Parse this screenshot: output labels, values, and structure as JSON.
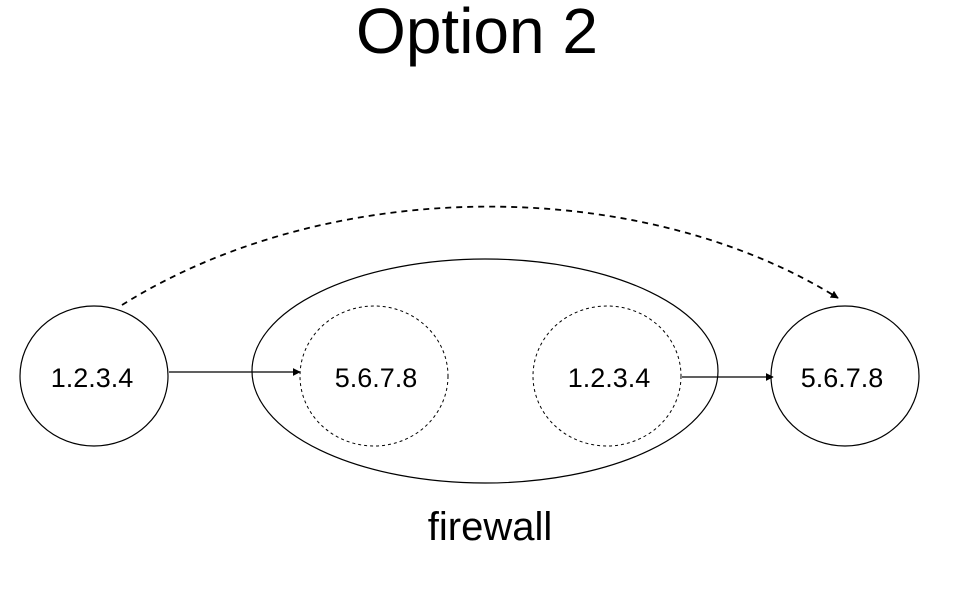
{
  "title": "Option 2",
  "firewall_label": "firewall",
  "nodes": {
    "left_source": {
      "address": "1.2.3.4"
    },
    "inner_destination": {
      "address": "5.6.7.8"
    },
    "inner_source": {
      "address": "1.2.3.4"
    },
    "right_destination": {
      "address": "5.6.7.8"
    }
  },
  "colors": {
    "stroke": "#000000",
    "background": "#ffffff"
  }
}
